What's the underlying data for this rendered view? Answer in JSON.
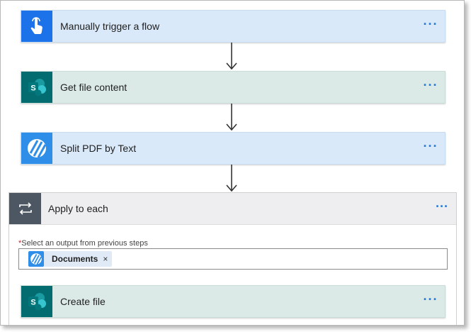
{
  "steps": [
    {
      "label": "Manually trigger a flow",
      "icon": "hand-pointer-icon",
      "more": "···"
    },
    {
      "label": "Get file content",
      "icon": "sharepoint-icon",
      "more": "···"
    },
    {
      "label": "Split PDF by Text",
      "icon": "split-pdf-icon",
      "more": "···"
    }
  ],
  "apply_to_each": {
    "title": "Apply to each",
    "more": "···",
    "field_required_mark": "*",
    "field_label": "Select an output from previous steps",
    "token": {
      "label": "Documents",
      "close": "×"
    },
    "inner_step": {
      "label": "Create file",
      "icon": "sharepoint-icon",
      "more": "···"
    }
  },
  "colors": {
    "trigger_blue": "#1c72e8",
    "sharepoint_teal": "#036c70",
    "split_pdf_blue": "#2f8fe8",
    "loop_gray": "#4d5764",
    "more_dots": "#2a7ad4"
  }
}
